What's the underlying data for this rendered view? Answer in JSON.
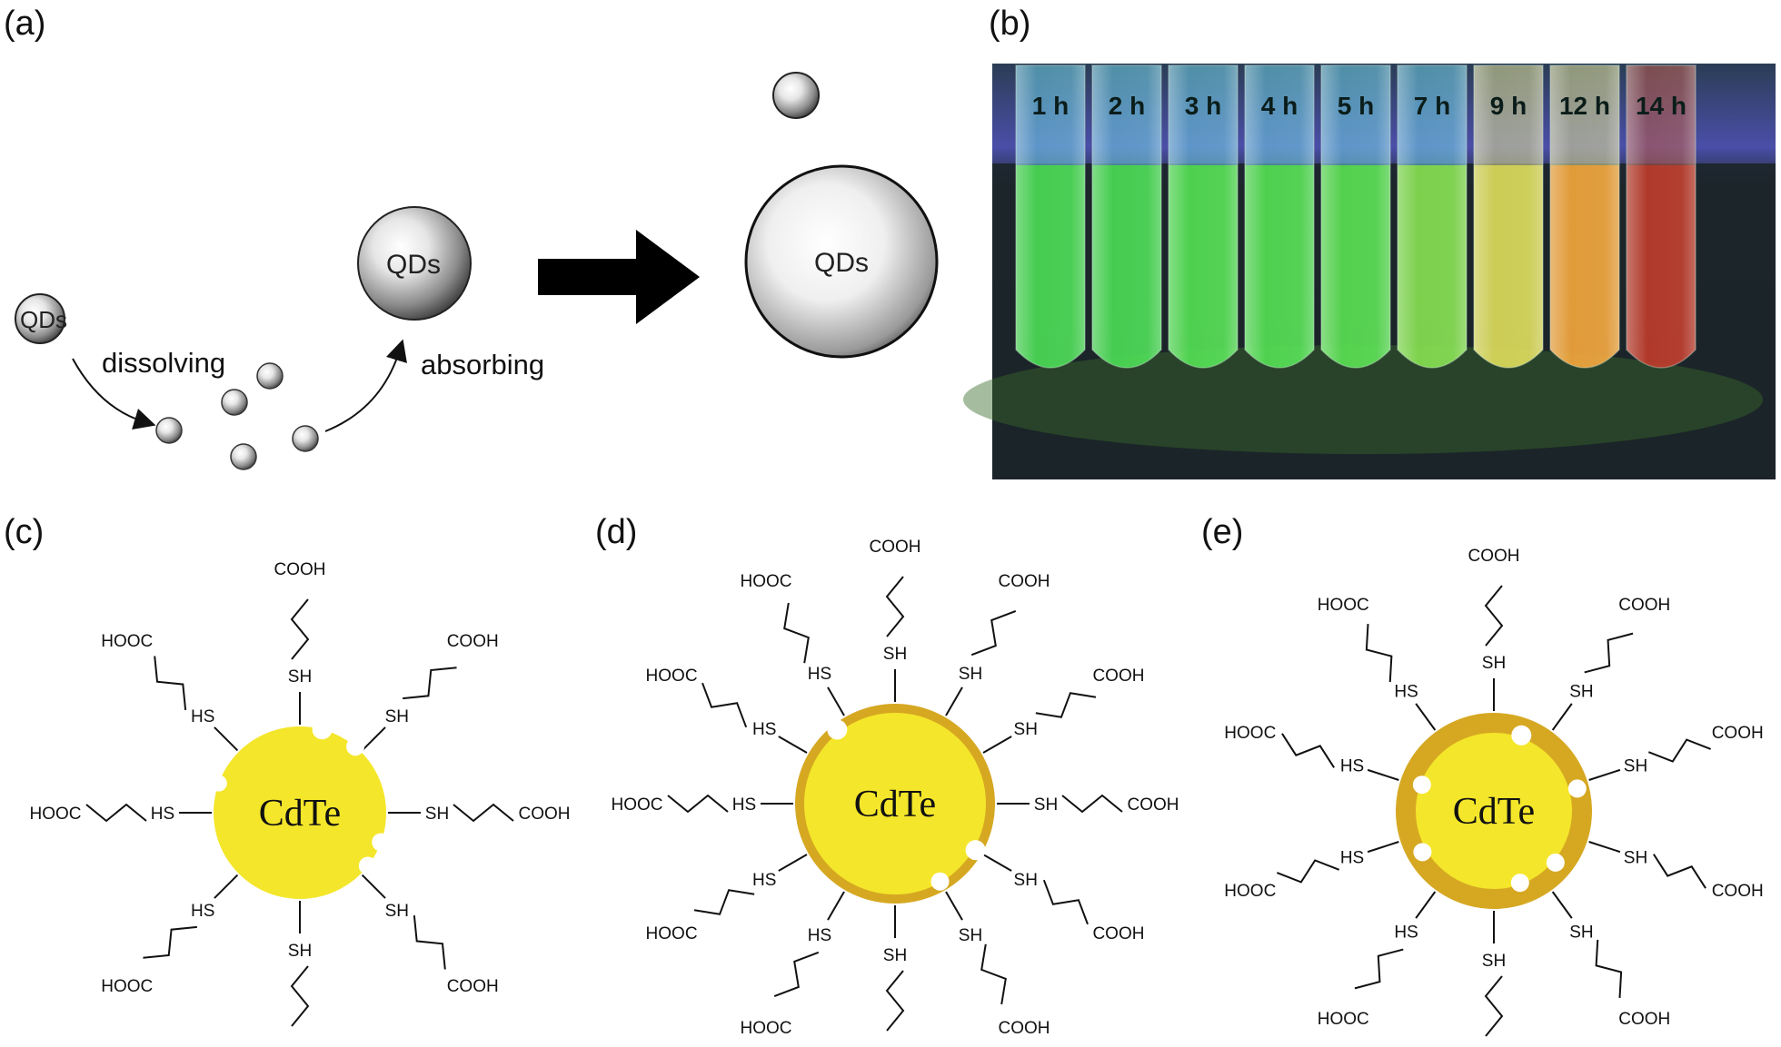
{
  "panels": {
    "a": {
      "label": "(a)",
      "qd_label": "QDs",
      "dissolving": "dissolving",
      "absorbing": "absorbing"
    },
    "b": {
      "label": "(b)",
      "times": [
        "1 h",
        "2 h",
        "3 h",
        "4 h",
        "5 h",
        "7 h",
        "9 h",
        "12 h",
        "14 h"
      ]
    },
    "c": {
      "label": "(c)",
      "core": "CdTe"
    },
    "d": {
      "label": "(d)",
      "core": "CdTe"
    },
    "e": {
      "label": "(e)",
      "core": "CdTe"
    }
  },
  "chem": {
    "thiol": "SH",
    "thiol_rev": "HS",
    "acid": "COOH",
    "acid_rev": "HOOC"
  },
  "colors": {
    "core_yellow": "#f4e62a",
    "shell_gold": "#d6a822",
    "tube_colors": [
      "#3fd84a",
      "#3fd84a",
      "#49dc49",
      "#49dc49",
      "#4fdc48",
      "#7ddc45",
      "#d8d850",
      "#f0a030",
      "#b8301e"
    ],
    "photo_background": "#1d2a2e"
  }
}
